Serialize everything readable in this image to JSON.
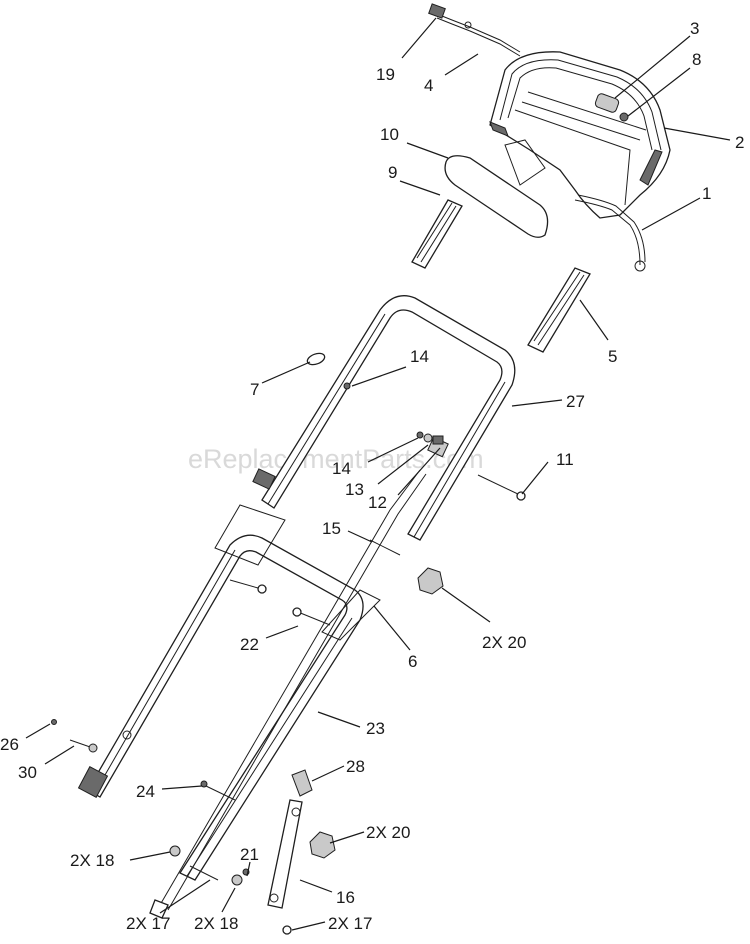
{
  "watermark": "eReplacementParts.com",
  "callouts": [
    {
      "id": "c19",
      "text": "19"
    },
    {
      "id": "c4",
      "text": "4"
    },
    {
      "id": "c3",
      "text": "3"
    },
    {
      "id": "c8",
      "text": "8"
    },
    {
      "id": "c2",
      "text": "2"
    },
    {
      "id": "c10",
      "text": "10"
    },
    {
      "id": "c9",
      "text": "9"
    },
    {
      "id": "c1",
      "text": "1"
    },
    {
      "id": "c5",
      "text": "5"
    },
    {
      "id": "c7",
      "text": "7"
    },
    {
      "id": "c14a",
      "text": "14"
    },
    {
      "id": "c27",
      "text": "27"
    },
    {
      "id": "c14b",
      "text": "14"
    },
    {
      "id": "c13",
      "text": "13"
    },
    {
      "id": "c12",
      "text": "12"
    },
    {
      "id": "c11",
      "text": "11"
    },
    {
      "id": "c15",
      "text": "15"
    },
    {
      "id": "c2x20a",
      "text": "2X 20"
    },
    {
      "id": "c22",
      "text": "22"
    },
    {
      "id": "c6",
      "text": "6"
    },
    {
      "id": "c23",
      "text": "23"
    },
    {
      "id": "c26",
      "text": "26"
    },
    {
      "id": "c30",
      "text": "30"
    },
    {
      "id": "c28",
      "text": "28"
    },
    {
      "id": "c24",
      "text": "24"
    },
    {
      "id": "c2x20b",
      "text": "2X 20"
    },
    {
      "id": "c2x18a",
      "text": "2X 18"
    },
    {
      "id": "c21",
      "text": "21"
    },
    {
      "id": "c16",
      "text": "16"
    },
    {
      "id": "c2x17a",
      "text": "2X 17"
    },
    {
      "id": "c2x18b",
      "text": "2X 18"
    },
    {
      "id": "c2x17b",
      "text": "2X 17"
    }
  ]
}
